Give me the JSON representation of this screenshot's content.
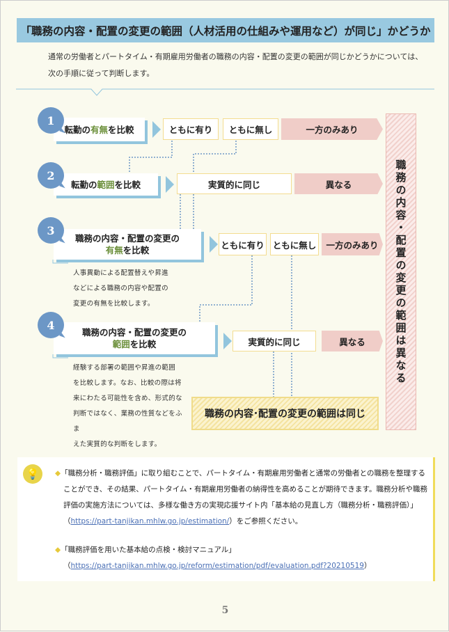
{
  "title": "「職務の内容・配置の変更の範囲（人材活用の仕組みや運用など）が同じ」かどうか",
  "intro": [
    "通常の労働者とパートタイム・有期雇用労働者の職務の内容・配置の変更の範囲が同じかどうかについては、",
    "次の手順に従って判断します。"
  ],
  "steps": [
    {
      "num": "1",
      "pre": "転勤の",
      "hl": "有無",
      "post": "を比較",
      "line1": ""
    },
    {
      "num": "2",
      "pre": "転勤の",
      "hl": "範囲",
      "post": "を比較",
      "line1": ""
    },
    {
      "num": "3",
      "line1": "職務の内容・配置の変更の",
      "hl": "有無",
      "post": "を比較"
    },
    {
      "num": "4",
      "line1": "職務の内容・配置の変更の",
      "hl": "範囲",
      "post": "を比較"
    }
  ],
  "options": {
    "both_yes": "ともに有り",
    "both_no": "ともに無し",
    "one_side": "一方のみあり",
    "same": "実質的に同じ",
    "different": "異なる"
  },
  "note3": [
    "人事異動による配置替えや昇進",
    "などによる職務の内容や配置の",
    "変更の有無を比較します。"
  ],
  "note4": [
    "経験する部署の範囲や昇進の範囲",
    "を比較します。なお、比較の際は将",
    "来にわたる可能性を含め、形式的な",
    "判断ではなく、業務の性質などをふま",
    "えた実質的な判断をします。"
  ],
  "result_same": "職務の内容･配置の変更の範囲は同じ",
  "result_different": "職務の内容・配置の変更の範囲は異なる",
  "bullets": [
    {
      "lines": [
        "「職務分析・職務評価」に取り組むことで、パートタイム・有期雇用労働者と通常の労働者との職務を整理する",
        "ことができ、その結果、パートタイム・有期雇用労働者の納得性を高めることが期待できます。職務分析や職務",
        "評価の実施方法については、多様な働き方の実現応援サイト内「基本給の見直し方（職務分析・職務評価）」"
      ],
      "link": "https://part-tanjikan.mhlw.go.jp/estimation/",
      "after": "をご参照ください。"
    },
    {
      "lines": [
        "「職務評価を用いた基本給の点検・検討マニュアル」"
      ],
      "link": "https://part-tanjikan.mhlw.go.jp/reform/estimation/pdf/evaluation.pdf?20210519",
      "after": ""
    }
  ],
  "icons": {
    "bullet": "diamond",
    "tip": "lightbulb-icon"
  },
  "colors": {
    "title_bg": "#99c9e0",
    "circle": "#6c97c6",
    "pink": "#f0cdc8",
    "yellow": "#f3dc90"
  },
  "page_number": "5"
}
